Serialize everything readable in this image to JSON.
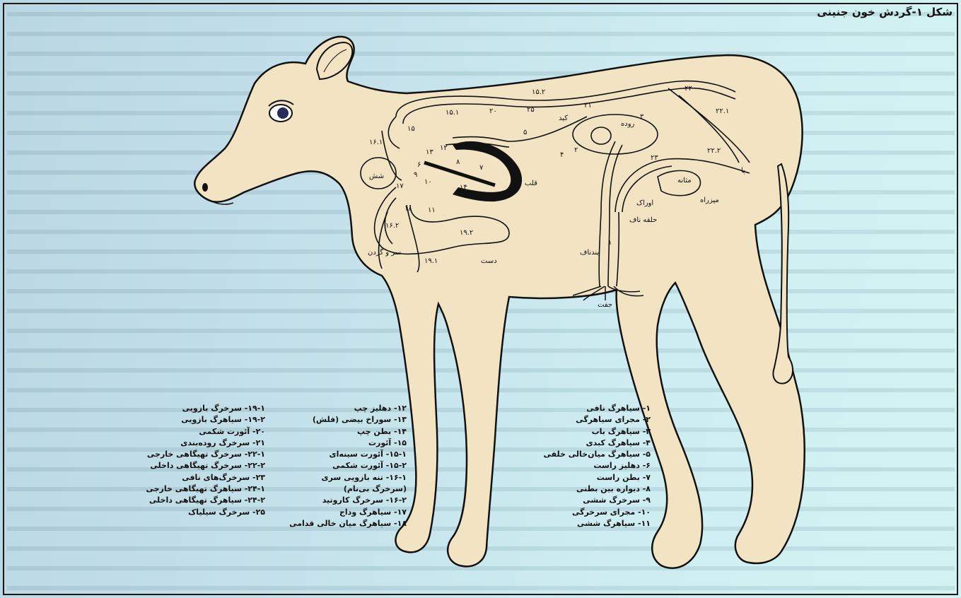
{
  "title": "شکل ۱-گردش خون جنینی",
  "diagram_labels": {
    "roodeh": "روده",
    "kabed": "کبد",
    "shosh": "شش",
    "ghalb": "قلب",
    "dast": "دست",
    "sar_gardan": "سر و گردن",
    "mesaneh": "مثانه",
    "mizrah": "میزراه",
    "ourak": "اوراک",
    "halgheh_naf": "حلقه ناف",
    "bandnaf": "بندناف",
    "jeft": "جفت",
    "pa": "پا"
  },
  "diagram_numbers": [
    "۱۵.۲",
    "۱۵.۱",
    "۱۵",
    "۱۶.۱",
    "۲۰",
    "۲۵",
    "۲۱",
    "۲۲",
    "۲۲.۱",
    "۲۲.۲",
    "۲۳",
    "۱۳",
    "۱۲",
    "۱۴",
    "۱۰",
    "۱۱",
    "۱۷",
    "۱۸",
    "۱۶.۲",
    "۱۹.۲",
    "۱۹.۱",
    "۱",
    "۲",
    "۳",
    "۴",
    "۵",
    "۶",
    "۷",
    "۸",
    "۹"
  ],
  "legend_col1": [
    "۱- سیاهرگ نافی",
    "۲- مجرای سیاهرگی",
    "۳- سیاهرگ باب",
    "۴- سیاهرگ کبدی",
    "۵- سیاهرگ میان‌خالی خلفی",
    "۶- دهلیز راست",
    "۷- بطن راست",
    "۸- دیواره بین بطنی",
    "۹- سرخرگ ششی",
    "۱۰- مجرای سرخرگی",
    "۱۱- سیاهرگ ششی"
  ],
  "legend_col2": [
    "۱۲- دهلیز چپ",
    "۱۳- سوراخ بیضی (فلش)",
    "۱۴- بطن چپ",
    "۱۵- آئورت",
    "۱۵-۱- آئورت سینه‌ای",
    "۱۵-۲- آئورت شکمی",
    "۱۶-۱- تنه بازویی سری",
    "(سرخرگ بی‌نام)",
    "۱۶-۲- سرخرگ کاروتید",
    "۱۷- سیاهرگ وداج",
    "۱۸- سیاهرگ میان خالی قدامی"
  ],
  "legend_col3": [
    "۱۹-۱- سرخرگ بازویی",
    "۱۹-۲- سیاهرگ بازویی",
    "۲۰- آئورت شکمی",
    "۲۱- سرخرگ روده‌بندی",
    "۲۲-۱- سرخرگ تهیگاهی خارجی",
    "۲۲-۲- سرخرگ تهیگاهی داخلی",
    "۲۳- سرخرگ‌های نافی",
    "۲۴-۱- سیاهرگ تهیگاهی خارجی",
    "۲۴-۲- سیاهرگ تهیگاهی داخلی",
    "۲۵- سرخرگ سیلیاک"
  ]
}
